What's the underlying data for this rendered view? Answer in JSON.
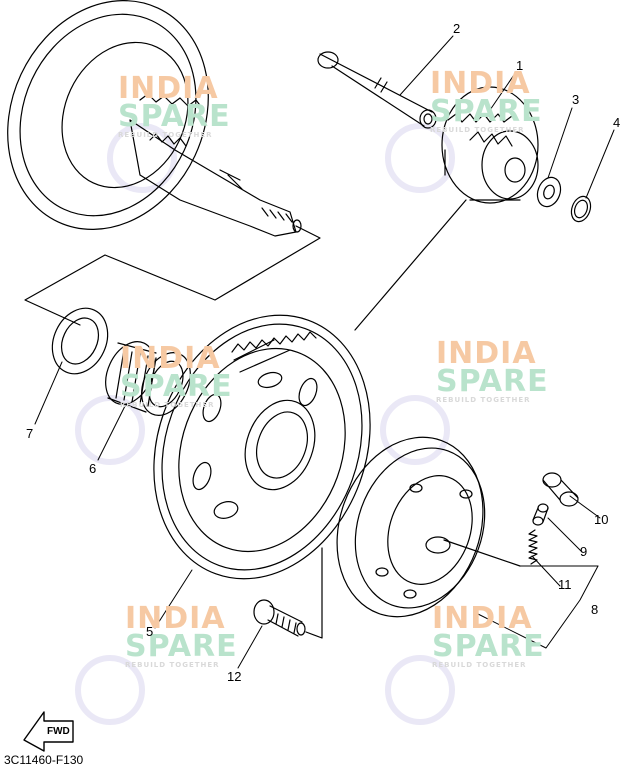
{
  "watermark": {
    "line1": "INDIA",
    "line2": "SPARE",
    "line3": "REBUILD TOGETHER"
  },
  "callouts": [
    "1",
    "2",
    "3",
    "4",
    "5",
    "6",
    "7",
    "8",
    "9",
    "10",
    "11",
    "12"
  ],
  "fwd_label": "FWD",
  "diagram_code": "3C11460-F130"
}
